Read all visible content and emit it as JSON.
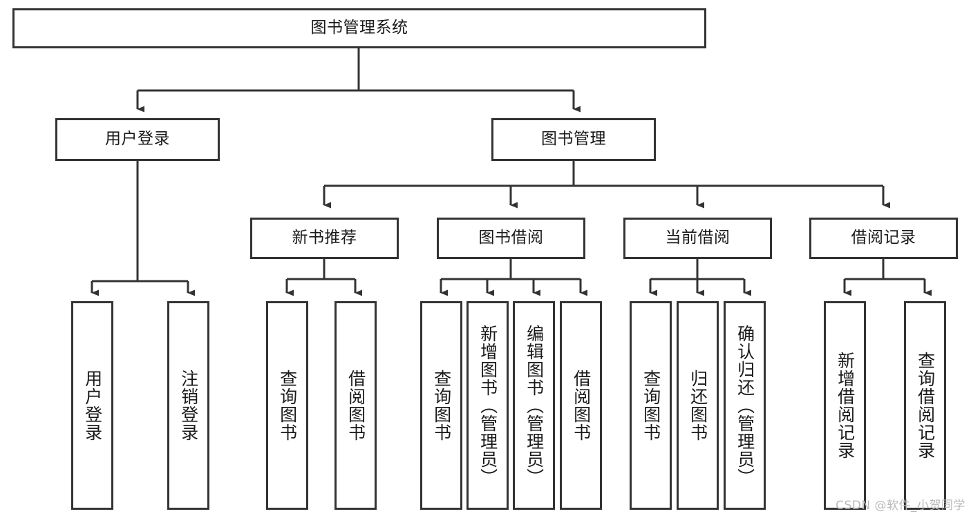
{
  "diagram": {
    "type": "tree",
    "title": "图书管理系统",
    "style": {
      "box_border_color": "#333333",
      "box_fill_color": "#ffffff",
      "line_color": "#333333",
      "text_color": "#1a1a1a",
      "background_color": "#ffffff"
    },
    "root": {
      "id": "root",
      "label": "图书管理系统"
    },
    "level2": [
      {
        "id": "user-login",
        "label": "用户登录"
      },
      {
        "id": "book-manage",
        "label": "图书管理"
      }
    ],
    "level3": [
      {
        "id": "new-book-rec",
        "label": "新书推荐"
      },
      {
        "id": "book-borrow",
        "label": "图书借阅"
      },
      {
        "id": "current-borrow",
        "label": "当前借阅"
      },
      {
        "id": "borrow-record",
        "label": "借阅记录"
      }
    ],
    "leaves": {
      "user_login": [
        {
          "id": "leaf-user-login",
          "label": "用户登录"
        },
        {
          "id": "leaf-logout-login",
          "label": "注销登录"
        }
      ],
      "new_book_rec": [
        {
          "id": "leaf-query-book-1",
          "label": "查询图书"
        },
        {
          "id": "leaf-borrow-book-1",
          "label": "借阅图书"
        }
      ],
      "book_borrow": [
        {
          "id": "leaf-query-book-2",
          "label": "查询图书"
        },
        {
          "id": "leaf-add-book",
          "label": "新增图书（管理员）"
        },
        {
          "id": "leaf-edit-book",
          "label": "编辑图书（管理员）"
        },
        {
          "id": "leaf-borrow-book-2",
          "label": "借阅图书"
        }
      ],
      "current_borrow": [
        {
          "id": "leaf-query-book-3",
          "label": "查询图书"
        },
        {
          "id": "leaf-return-book",
          "label": "归还图书"
        },
        {
          "id": "leaf-confirm-return",
          "label": "确认归还（管理员）"
        }
      ],
      "borrow_record": [
        {
          "id": "leaf-add-record",
          "label": "新增借阅记录"
        },
        {
          "id": "leaf-query-record",
          "label": "查询借阅记录"
        }
      ]
    }
  },
  "watermark": {
    "text": "CSDN @软件_小贺同学"
  }
}
